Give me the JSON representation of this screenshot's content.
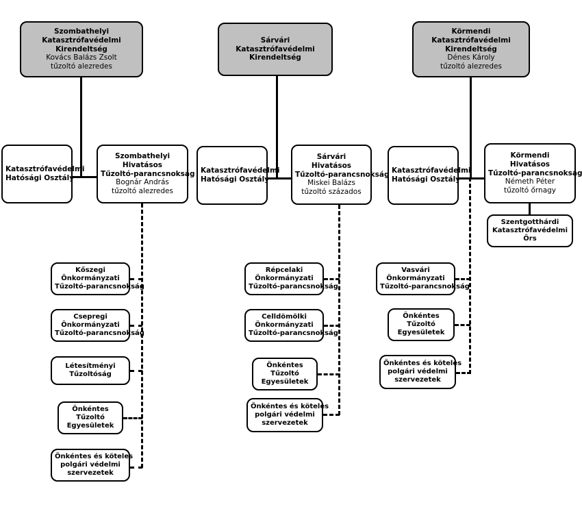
{
  "diagram": {
    "title": "Katasztrofavedelmi Kirendeltsegek szervezeti abra",
    "colors": {
      "box_fill_highlight": "#c0c0c0",
      "box_fill_default": "#ffffff",
      "border": "#000000",
      "text": "#000000"
    }
  },
  "columns": [
    {
      "id": "szombathely",
      "head": {
        "lines": [
          {
            "text": "Szombathelyi",
            "bold": true
          },
          {
            "text": "Katasztrófavédelmi",
            "bold": true
          },
          {
            "text": "Kirendeltség",
            "bold": true
          },
          {
            "text": "Kovács Balázs Zsolt",
            "bold": false
          },
          {
            "text": "tűzoltó alezredes",
            "bold": false
          }
        ]
      },
      "authority": {
        "lines": [
          {
            "text": "Katasztrófavédelmi",
            "bold": true
          },
          {
            "text": "Hatósági Osztály",
            "bold": true
          }
        ]
      },
      "command": {
        "lines": [
          {
            "text": "Szombathelyi",
            "bold": true
          },
          {
            "text": "Hivatásos",
            "bold": true
          },
          {
            "text": "Tűzoltó-parancsnokság",
            "bold": true
          },
          {
            "text": "Bognár András",
            "bold": false
          },
          {
            "text": "tűzoltó alezredes",
            "bold": false
          }
        ]
      },
      "subordinates": [
        {
          "lines": [
            {
              "text": "Kőszegi",
              "bold": true
            },
            {
              "text": "Önkormányzati",
              "bold": true
            },
            {
              "text": "Tűzoltó-parancsnokság",
              "bold": true
            }
          ]
        },
        {
          "lines": [
            {
              "text": "Csepregi",
              "bold": true
            },
            {
              "text": "Önkormányzati",
              "bold": true
            },
            {
              "text": "Tűzoltó-parancsnokság",
              "bold": true
            }
          ]
        },
        {
          "lines": [
            {
              "text": "Létesítményi",
              "bold": true
            },
            {
              "text": "Tűzoltóság",
              "bold": true
            }
          ]
        },
        {
          "lines": [
            {
              "text": "Önkéntes",
              "bold": true
            },
            {
              "text": "Tűzoltó",
              "bold": true
            },
            {
              "text": "Egyesületek",
              "bold": true
            }
          ]
        },
        {
          "lines": [
            {
              "text": "Önkéntes és köteles",
              "bold": true
            },
            {
              "text": "polgári védelmi",
              "bold": true
            },
            {
              "text": "szervezetek",
              "bold": true
            }
          ]
        }
      ]
    },
    {
      "id": "sarvar",
      "head": {
        "lines": [
          {
            "text": "Sárvári",
            "bold": true
          },
          {
            "text": "Katasztrófavédelmi",
            "bold": true
          },
          {
            "text": "Kirendeltség",
            "bold": true
          }
        ]
      },
      "authority": {
        "lines": [
          {
            "text": "Katasztrófavédelmi",
            "bold": true
          },
          {
            "text": "Hatósági Osztály",
            "bold": true
          }
        ]
      },
      "command": {
        "lines": [
          {
            "text": "Sárvári",
            "bold": true
          },
          {
            "text": "Hivatásos",
            "bold": true
          },
          {
            "text": "Tűzoltó-parancsnokság",
            "bold": true
          },
          {
            "text": "Miskei Balázs",
            "bold": false
          },
          {
            "text": "tűzoltó százados",
            "bold": false
          }
        ]
      },
      "subordinates": [
        {
          "lines": [
            {
              "text": "Répcelaki",
              "bold": true
            },
            {
              "text": "Önkormányzati",
              "bold": true
            },
            {
              "text": "Tűzoltó-parancsnokság",
              "bold": true
            }
          ]
        },
        {
          "lines": [
            {
              "text": "Celldömölki",
              "bold": true
            },
            {
              "text": "Önkormányzati",
              "bold": true
            },
            {
              "text": "Tűzoltó-parancsnokság",
              "bold": true
            }
          ]
        },
        {
          "lines": [
            {
              "text": "Önkéntes",
              "bold": true
            },
            {
              "text": "Tűzoltó",
              "bold": true
            },
            {
              "text": "Egyesületek",
              "bold": true
            }
          ]
        },
        {
          "lines": [
            {
              "text": "Önkéntes és köteles",
              "bold": true
            },
            {
              "text": "polgári védelmi",
              "bold": true
            },
            {
              "text": "szervezetek",
              "bold": true
            }
          ]
        }
      ]
    },
    {
      "id": "kormend",
      "head": {
        "lines": [
          {
            "text": "Körmendi",
            "bold": true
          },
          {
            "text": "Katasztrófavédelmi",
            "bold": true
          },
          {
            "text": "Kirendeltség",
            "bold": true
          },
          {
            "text": "Dénes Károly",
            "bold": false
          },
          {
            "text": "tűzoltó alezredes",
            "bold": false
          }
        ]
      },
      "authority": {
        "lines": [
          {
            "text": "Katasztrófavédelmi",
            "bold": true
          },
          {
            "text": "Hatósági Osztály",
            "bold": true
          }
        ]
      },
      "command": {
        "lines": [
          {
            "text": "Körmendi",
            "bold": true
          },
          {
            "text": "Hivatásos",
            "bold": true
          },
          {
            "text": "Tűzoltó-parancsnokság",
            "bold": true
          },
          {
            "text": "Németh Péter",
            "bold": false
          },
          {
            "text": "tűzoltó őrnagy",
            "bold": false
          }
        ]
      },
      "outpost": {
        "lines": [
          {
            "text": "Szentgotthárdi",
            "bold": true
          },
          {
            "text": "Katasztrófavédelmi",
            "bold": true
          },
          {
            "text": "Őrs",
            "bold": true
          }
        ]
      },
      "subordinates": [
        {
          "lines": [
            {
              "text": "Vasvári",
              "bold": true
            },
            {
              "text": "Önkormányzati",
              "bold": true
            },
            {
              "text": "Tűzoltó-parancsnokság",
              "bold": true
            }
          ]
        },
        {
          "lines": [
            {
              "text": "Önkéntes",
              "bold": true
            },
            {
              "text": "Tűzoltó",
              "bold": true
            },
            {
              "text": "Egyesületek",
              "bold": true
            }
          ]
        },
        {
          "lines": [
            {
              "text": "Önkéntes és köteles",
              "bold": true
            },
            {
              "text": "polgári védelmi",
              "bold": true
            },
            {
              "text": "szervezetek",
              "bold": true
            }
          ]
        }
      ]
    }
  ]
}
